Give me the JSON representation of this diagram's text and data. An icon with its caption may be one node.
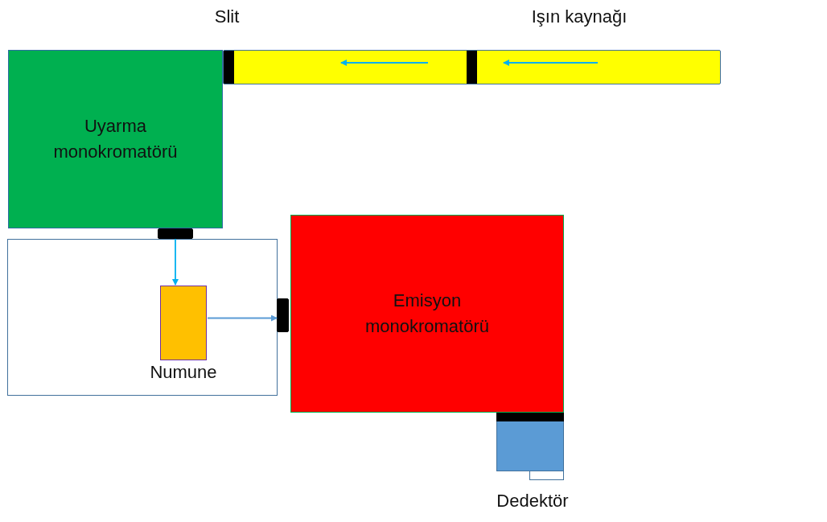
{
  "diagram": {
    "nodes": [
      {
        "text": [
          "Uyarma monokromatörü"
        ]
      },
      {
        "text": [],
        "shape": "box"
      },
      {
        "text": [],
        "shape": "box",
        "in": 1,
        "beside": [
          "Numune"
        ]
      },
      {
        "text": [
          "Emisyon monokromatörü"
        ]
      },
      {
        "text": [],
        "shape": "box",
        "beside": [
          "Dedektör"
        ]
      },
      {
        "text": [],
        "shape": "bar"
      },
      {
        "text": [],
        "shape": "bar"
      },
      {
        "text": [],
        "shape": "bar"
      }
    ],
    "edges": [
      {
        "from": 6,
        "to": 2,
        "arrow": "to",
        "color": "#00b0f0"
      },
      {
        "from": 2,
        "to": 7,
        "arrow": "to",
        "color": "#5b9bd5"
      }
    ],
    "labels": [
      "Slit",
      "Işın kaynağı"
    ]
  }
}
